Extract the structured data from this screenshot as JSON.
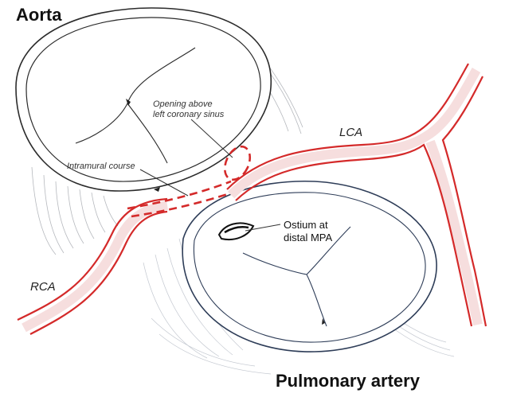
{
  "labels": {
    "aorta": "Aorta",
    "pulmonary_artery": "Pulmonary artery",
    "opening_line1": "Opening above",
    "opening_line2": "left coronary sinus",
    "intramural": "Intramural course",
    "lca": "LCA",
    "rca": "RCA",
    "ostium_line1": "Ostium at",
    "ostium_line2": "distal MPA"
  },
  "colors": {
    "coronary": "#d42a2a",
    "coronary_fill": "#f6dede",
    "aorta_ink": "#2b2b2b",
    "pulmonary_ink": "#2e3d58",
    "shading": "#7a7f88"
  }
}
